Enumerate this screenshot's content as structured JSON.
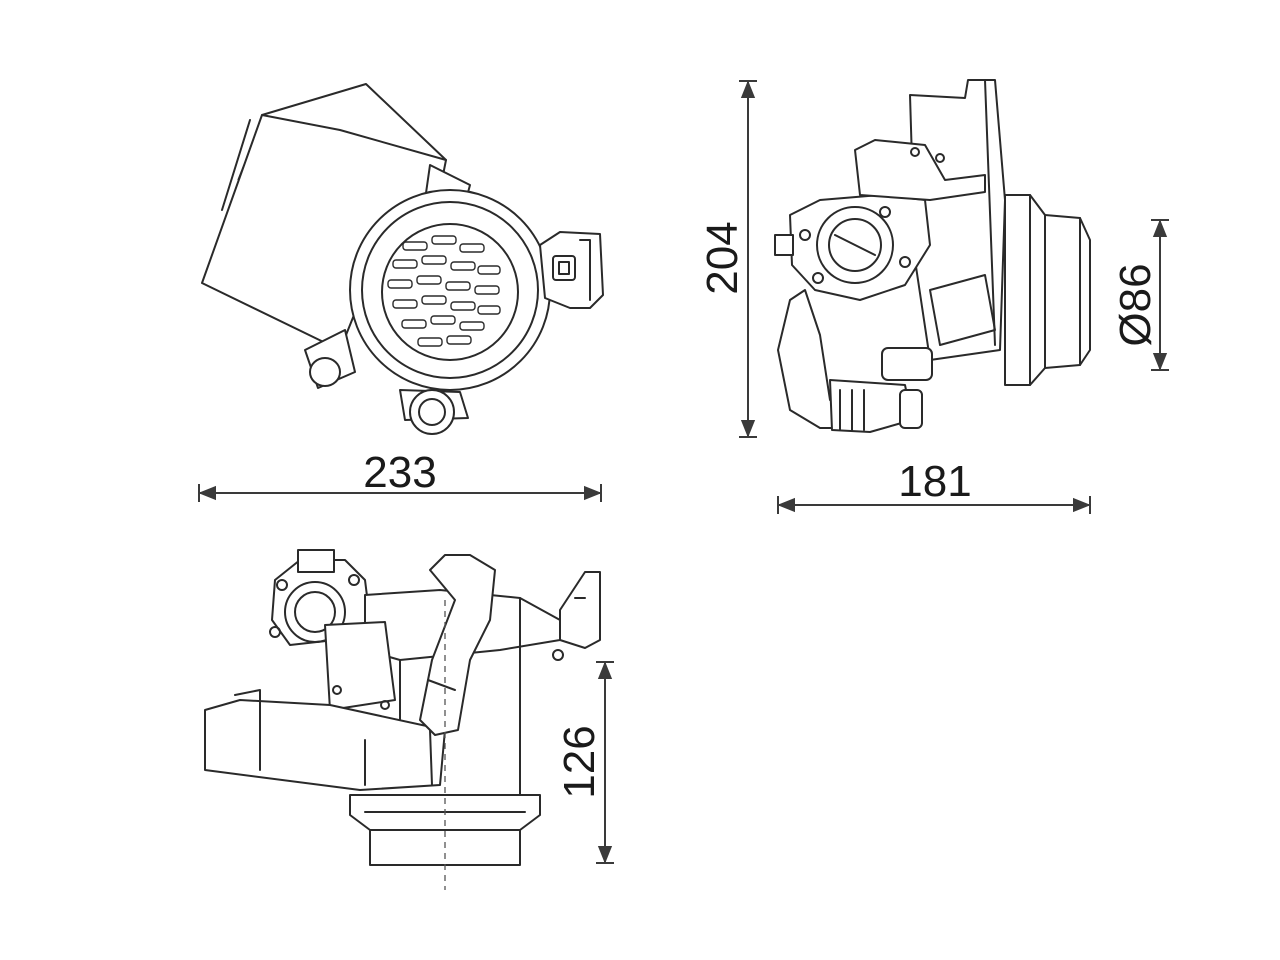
{
  "dimensions": {
    "width_front": "233",
    "height_side": "204",
    "diameter_outlet": "Ø86",
    "width_side": "181",
    "height_top": "126"
  }
}
